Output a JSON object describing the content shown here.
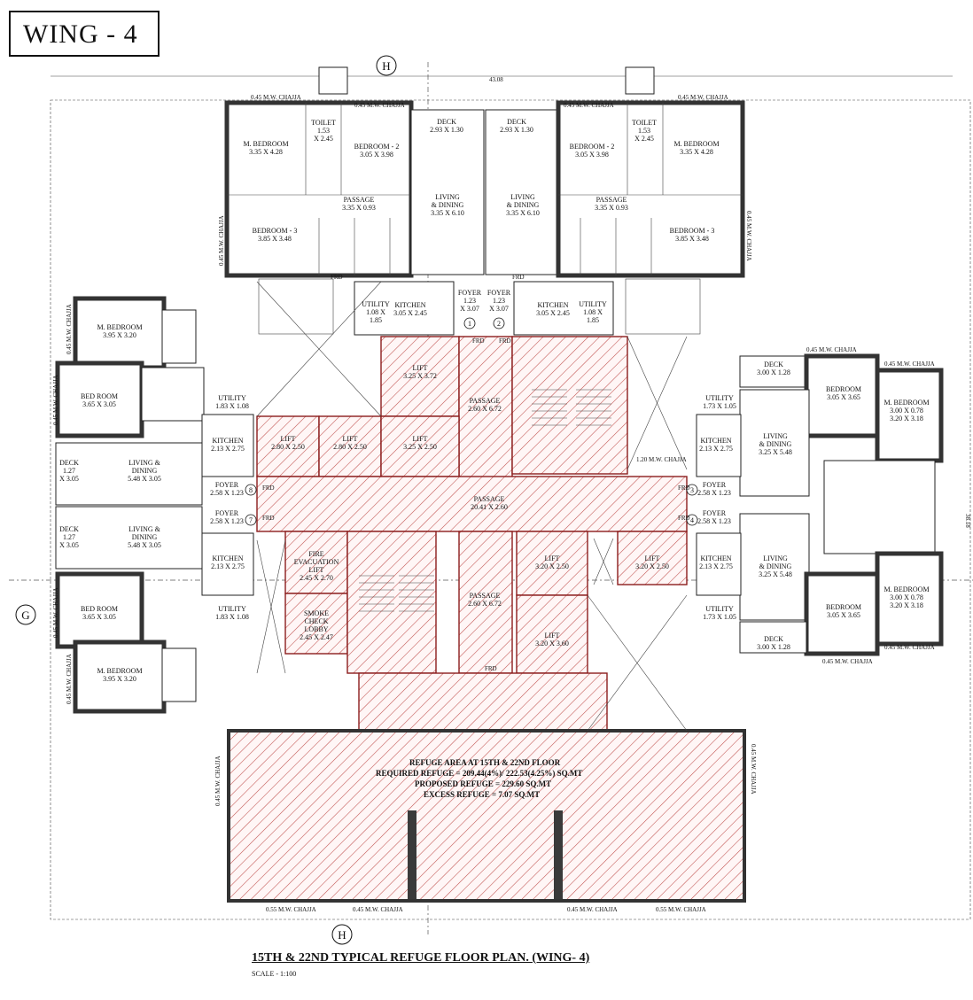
{
  "title": "WING - 4",
  "caption": "15TH & 22ND  TYPICAL REFUGE FLOOR PLAN. (WING- 4)",
  "scale": "SCALE - 1:100",
  "section_markers": {
    "h": "H",
    "g": "G"
  },
  "overall_dims": {
    "width": "43.08",
    "height": "38.18"
  },
  "chajja": {
    "c45": "0.45 M.W. CHAJJA",
    "c55": "0.55 M.W. CHAJJA",
    "c120": "1.20 M.W. CHAJJA"
  },
  "refuge_notes": [
    "REFUGE AREA AT 15TH & 22ND FLOOR",
    "REQUIRED REFUGE = 209.44(4%)/ 222.53(4.25%) SQ.MT",
    "PROPOSED REFUGE = 229.60 SQ.MT",
    "EXCESS REFUGE = 7.07 SQ.MT"
  ],
  "rooms": {
    "mbed_top_l": [
      "M. BEDROOM",
      "3.35 X 4.28"
    ],
    "toilet_top_l": [
      "TOILET",
      "1.53",
      "X 2.45"
    ],
    "bed2_top_l": [
      "BEDROOM - 2",
      "3.05 X 3.98"
    ],
    "deck_top_l": [
      "DECK",
      "2.93 X 1.30"
    ],
    "living_top_l": [
      "LIVING",
      "& DINING",
      "3.35 X 6.10"
    ],
    "passage_top_l": [
      "PASSAGE",
      "3.35 X 0.93"
    ],
    "bed3_top_l": [
      "BEDROOM - 3",
      "3.85 X 3.48"
    ],
    "kitchen_top_l": [
      "KITCHEN",
      "3.05 X 2.45"
    ],
    "utility_top_l": [
      "UTILITY",
      "1.08 X",
      "1.85"
    ],
    "foyer_top_l": [
      "FOYER",
      "1.23",
      "X 3.07"
    ],
    "deck_top_r": [
      "DECK",
      "2.93 X 1.30"
    ],
    "living_top_r": [
      "LIVING",
      "& DINING",
      "3.35 X 6.10"
    ],
    "bed2_top_r": [
      "BEDROOM - 2",
      "3.05 X 3.98"
    ],
    "toilet_top_r": [
      "TOILET",
      "1.53",
      "X 2.45"
    ],
    "mbed_top_r": [
      "M. BEDROOM",
      "3.35 X 4.28"
    ],
    "passage_top_r": [
      "PASSAGE",
      "3.35 X 0.93"
    ],
    "bed3_top_r": [
      "BEDROOM - 3",
      "3.85 X 3.48"
    ],
    "kitchen_top_r": [
      "KITCHEN",
      "3.05 X 2.45"
    ],
    "utility_top_r": [
      "UTILITY",
      "1.08 X",
      "1.85"
    ],
    "foyer_top_r": [
      "FOYER",
      "1.23",
      "X 3.07"
    ],
    "lift_a": [
      "LIFT",
      "3.25 X 3.72"
    ],
    "lift_b": [
      "LIFT",
      "2.80 X 2.50"
    ],
    "lift_c": [
      "LIFT",
      "2.80 X 2.50"
    ],
    "lift_d": [
      "LIFT",
      "3.25 X 2.50"
    ],
    "passage_n": [
      "PASSAGE",
      "2.60 X 6.72"
    ],
    "passage_mid": [
      "PASSAGE",
      "20.41 X 2.60"
    ],
    "passage_s": [
      "PASSAGE",
      "2.60 X 6.72"
    ],
    "lift_e": [
      "LIFT",
      "3.20 X 2.50"
    ],
    "lift_f": [
      "LIFT",
      "3.20 X 2.50"
    ],
    "lift_g": [
      "LIFT",
      "3.20 X 3.60"
    ],
    "fire_lift": [
      "FIRE",
      "EVACUATION",
      "LIFT",
      "2.45 X 2.70"
    ],
    "smoke_lobby": [
      "SMOKE",
      "CHECK",
      "LOBBY",
      "2.45 X 2.47"
    ],
    "mbed_l_top": [
      "M. BEDROOM",
      "3.95 X 3.20"
    ],
    "bed_l_top": [
      "BED ROOM",
      "3.65 X 3.05"
    ],
    "living_l_top": [
      "LIVING &",
      "DINING",
      "5.48 X 3.05"
    ],
    "living_l_bot": [
      "LIVING &",
      "DINING",
      "5.48 X 3.05"
    ],
    "bed_l_bot": [
      "BED ROOM",
      "3.65 X 3.05"
    ],
    "mbed_l_bot": [
      "M. BEDROOM",
      "3.95 X 3.20"
    ],
    "kitchen_l_top": [
      "KITCHEN",
      "2.13 X 2.75"
    ],
    "kitchen_l_bot": [
      "KITCHEN",
      "2.13 X 2.75"
    ],
    "utility_l_top": [
      "UTILITY",
      "1.83 X 1.08"
    ],
    "utility_l_bot": [
      "UTILITY",
      "1.83 X 1.08"
    ],
    "foyer_l_top": [
      "FOYER",
      "2.58 X 1.23"
    ],
    "foyer_l_bot": [
      "FOYER",
      "2.58 X 1.23"
    ],
    "deck_l_top": [
      "DECK",
      "1.27",
      "X 3.05"
    ],
    "deck_l_bot": [
      "DECK",
      "1.27",
      "X 3.05"
    ],
    "deck_r_top": [
      "DECK",
      "3.00 X 1.28"
    ],
    "bed_r_top": [
      "BEDROOM",
      "3.05 X 3.65"
    ],
    "mbed_r_top": [
      "M. BEDROOM",
      "3.00 X 0.78",
      "3.20 X 3.18"
    ],
    "living_r_top": [
      "LIVING",
      "& DINING",
      "3.25 X 5.48"
    ],
    "living_r_bot": [
      "LIVING",
      "& DINING",
      "3.25 X 5.48"
    ],
    "kitchen_r_top": [
      "KITCHEN",
      "2.13 X 2.75"
    ],
    "kitchen_r_bot": [
      "KITCHEN",
      "2.13 X 2.75"
    ],
    "utility_r_top": [
      "UTILITY",
      "1.73 X 1.05"
    ],
    "utility_r_bot": [
      "UTILITY",
      "1.73 X 1.05"
    ],
    "foyer_r_top": [
      "FOYER",
      "2.58 X 1.23"
    ],
    "foyer_r_bot": [
      "FOYER",
      "2.58 X 1.23"
    ],
    "bed_r_bot": [
      "BEDROOM",
      "3.05 X 3.65"
    ],
    "mbed_r_bot": [
      "M. BEDROOM",
      "3.00 X 0.78",
      "3.20 X 3.18"
    ],
    "deck_r_bot": [
      "DECK",
      "3.00 X 1.28"
    ]
  },
  "markers": [
    "1",
    "2",
    "3",
    "4",
    "7",
    "8"
  ],
  "frd": "FRD"
}
